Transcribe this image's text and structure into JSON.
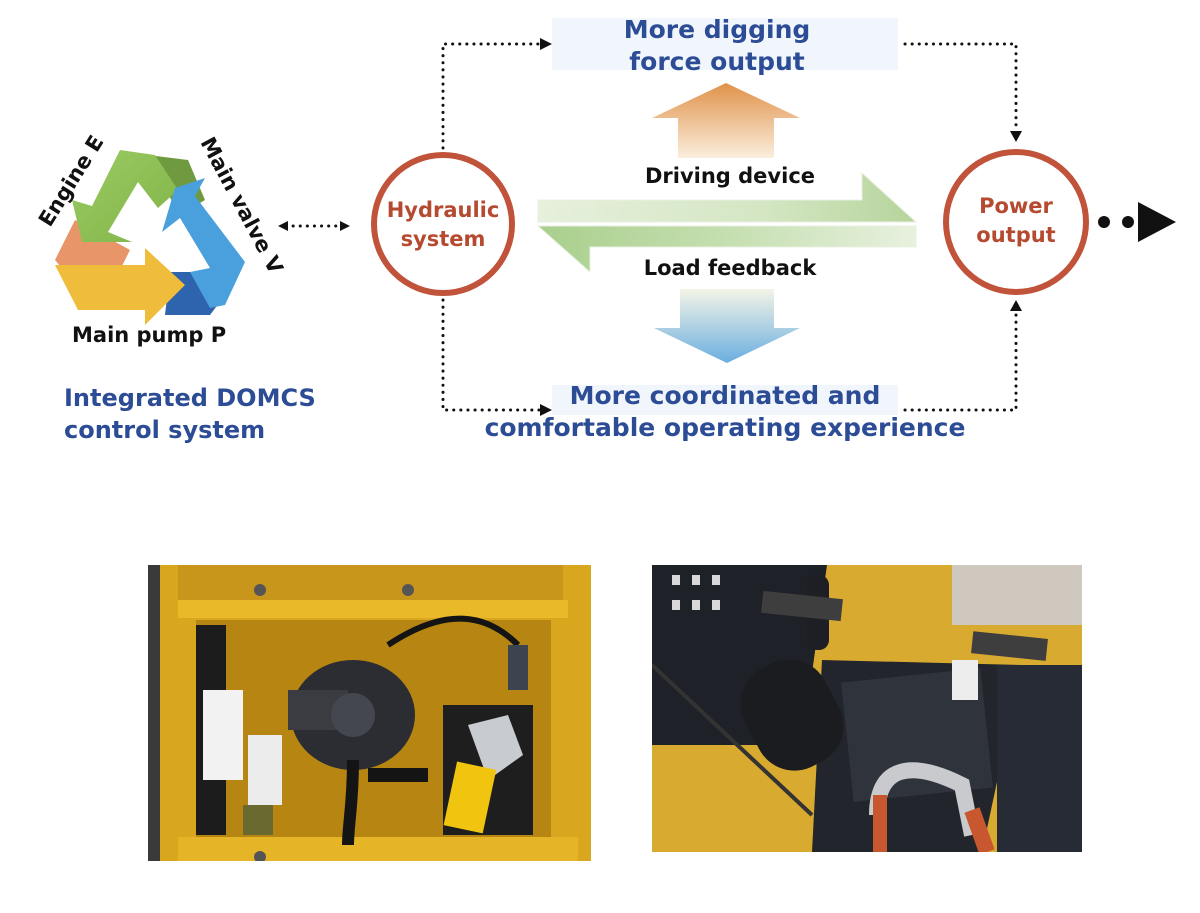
{
  "cycle": {
    "labels": {
      "engine": "Engine E",
      "valve": "Main valve V",
      "pump": "Main pump P"
    },
    "colors": {
      "green": "#8cc152",
      "dark_green": "#6f9a3f",
      "blue": "#4aa0dc",
      "dark_blue": "#2d64ad",
      "yellow": "#f0bc3c",
      "salmon": "#e8956a"
    },
    "caption_line1": "Integrated DOMCS",
    "caption_line2": "control system"
  },
  "nodes": {
    "hydraulic": {
      "line1": "Hydraulic",
      "line2": "system"
    },
    "power": {
      "line1": "Power",
      "line2": "output"
    }
  },
  "flows": {
    "driving": "Driving device",
    "feedback": "Load feedback"
  },
  "outcomes": {
    "top_line1": "More digging",
    "top_line2": "force output",
    "bottom_line1": "More coordinated and",
    "bottom_line2": "comfortable operating experience"
  },
  "colors": {
    "accent_blue": "#2c4c95",
    "circle_red": "#c0533a",
    "arrow_green": "#a9d08e",
    "arrow_orange": "#e09a58",
    "arrow_blue": "#74b3e0"
  },
  "photos": [
    {
      "name": "hydraulic-pump-photo",
      "description": "Hydraulic pump compartment"
    },
    {
      "name": "engine-compartment-photo",
      "description": "Engine compartment"
    }
  ]
}
